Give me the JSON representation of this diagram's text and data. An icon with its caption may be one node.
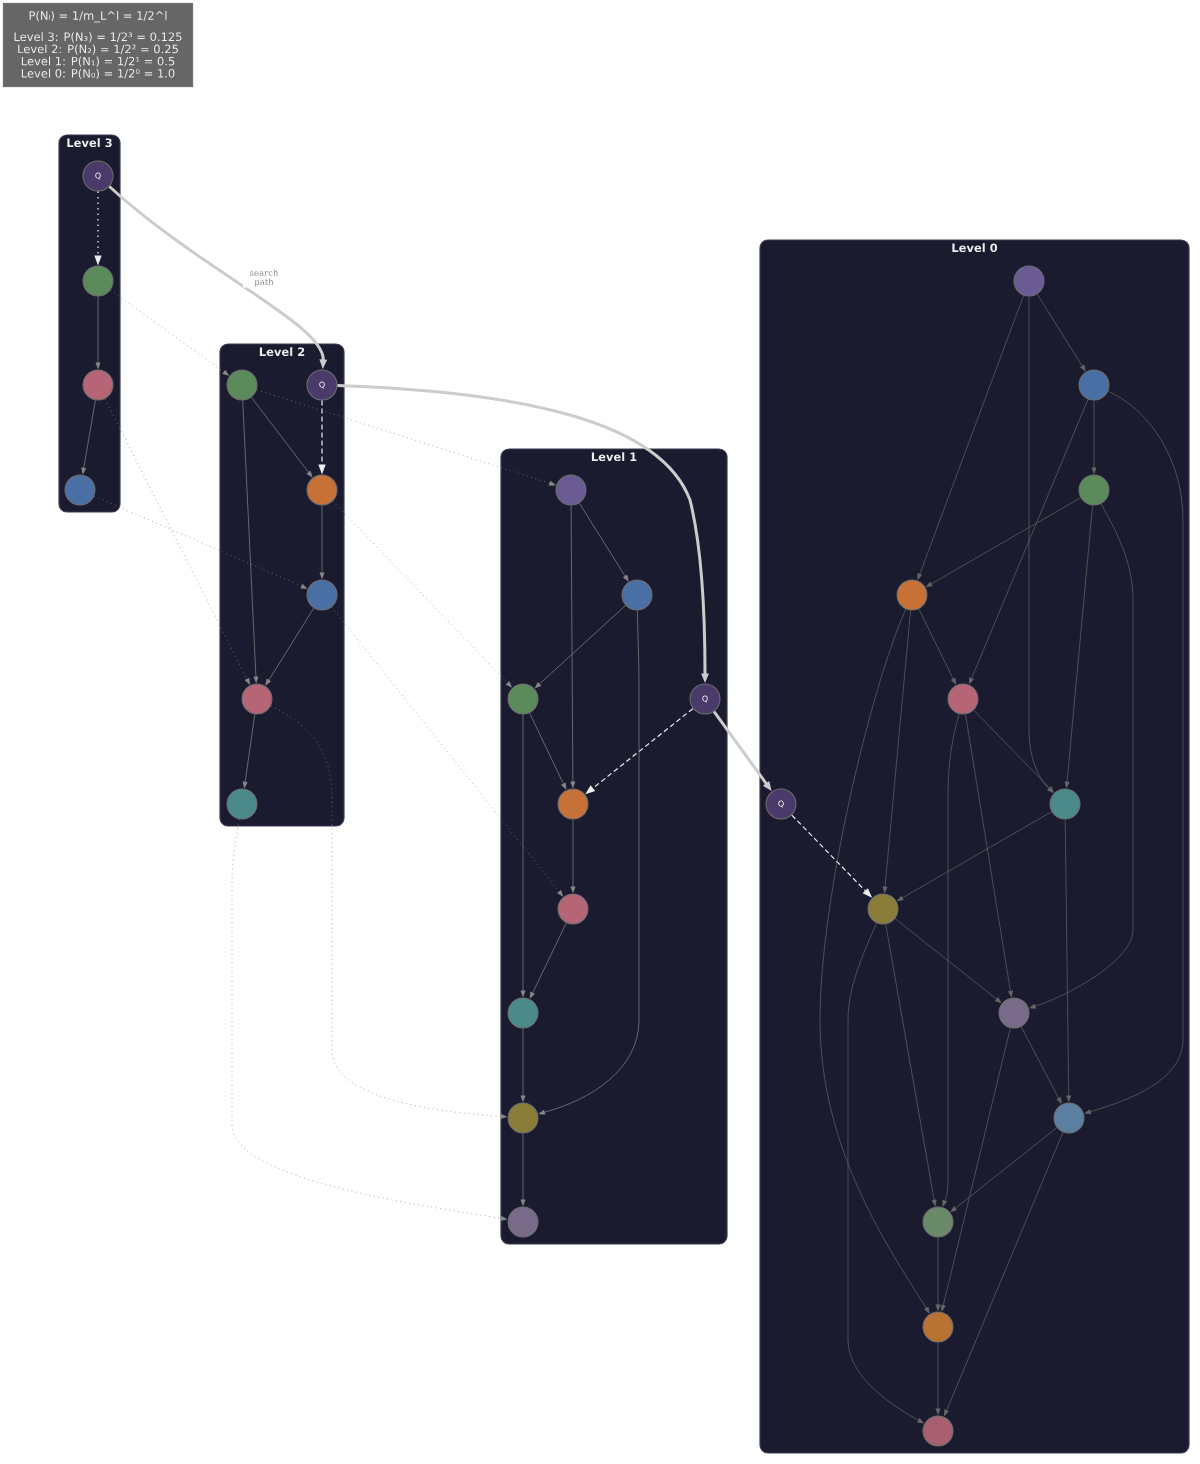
{
  "diagram": {
    "nodes": [
      {
        "text": [
          "P(Nₗ) = 1/m_L^l = 1/2^l",
          "Level 3: P(N₃) = 1/2³ = 0.125",
          "Level 2: P(N₂) = 1/2² = 0.25",
          "Level 1: P(N₁) = 1/2¹ = 0.5",
          "Level 0: P(N₀) = 1/2⁰ = 1.0"
        ]
      },
      {
        "text": [
          "Level 3"
        ]
      },
      {
        "text": [
          "Q"
        ],
        "in": 1
      },
      {
        "text": [],
        "shape": "circle",
        "in": 1
      },
      {
        "text": [],
        "shape": "circle",
        "in": 1
      },
      {
        "text": [],
        "shape": "circle",
        "in": 1
      },
      {
        "text": [
          "Level 2"
        ]
      },
      {
        "text": [],
        "shape": "circle",
        "in": 6
      },
      {
        "text": [
          "Q"
        ],
        "in": 6
      },
      {
        "text": [],
        "shape": "circle",
        "in": 6
      },
      {
        "text": [],
        "shape": "circle",
        "in": 6
      },
      {
        "text": [],
        "shape": "circle",
        "in": 6
      },
      {
        "text": [],
        "shape": "circle",
        "in": 6
      },
      {
        "text": [
          "Level 1"
        ]
      },
      {
        "text": [],
        "shape": "circle",
        "in": 13
      },
      {
        "text": [],
        "shape": "circle",
        "in": 13
      },
      {
        "text": [],
        "shape": "circle",
        "in": 13
      },
      {
        "text": [
          "Q"
        ],
        "in": 13
      },
      {
        "text": [],
        "shape": "circle",
        "in": 13
      },
      {
        "text": [],
        "shape": "circle",
        "in": 13
      },
      {
        "text": [],
        "shape": "circle",
        "in": 13
      },
      {
        "text": [],
        "shape": "circle",
        "in": 13
      },
      {
        "text": [],
        "shape": "circle",
        "in": 13
      },
      {
        "text": [
          "Level 0"
        ]
      },
      {
        "text": [],
        "shape": "circle",
        "in": 23
      },
      {
        "text": [],
        "shape": "circle",
        "in": 23
      },
      {
        "text": [],
        "shape": "circle",
        "in": 23
      },
      {
        "text": [],
        "shape": "circle",
        "in": 23
      },
      {
        "text": [],
        "shape": "circle",
        "in": 23
      },
      {
        "text": [
          "Q"
        ],
        "in": 23
      },
      {
        "text": [],
        "shape": "circle",
        "in": 23
      },
      {
        "text": [],
        "shape": "circle",
        "in": 23
      },
      {
        "text": [],
        "shape": "circle",
        "in": 23
      },
      {
        "text": [],
        "shape": "circle",
        "in": 23
      },
      {
        "text": [],
        "shape": "circle",
        "in": 23
      },
      {
        "text": [],
        "shape": "circle",
        "in": 23
      },
      {
        "text": [],
        "shape": "circle",
        "in": 23
      }
    ],
    "edges": [
      {
        "from": 2,
        "to": 8,
        "arrow": "to",
        "label": "search path",
        "style": "thick",
        "color": "#cccccc"
      },
      {
        "from": 8,
        "to": 17,
        "arrow": "to",
        "style": "thick",
        "color": "#cccccc"
      },
      {
        "from": 17,
        "to": 29,
        "arrow": "to",
        "style": "thick",
        "color": "#cccccc"
      },
      {
        "from": 2,
        "to": 3,
        "arrow": "to",
        "style": "dashed",
        "color": "#eeeeee"
      },
      {
        "from": 8,
        "to": 9,
        "arrow": "to",
        "style": "dashed",
        "color": "#eeeeee"
      },
      {
        "from": 17,
        "to": 18,
        "arrow": "to",
        "style": "dashed",
        "color": "#eeeeee"
      },
      {
        "from": 29,
        "to": 31,
        "arrow": "to",
        "style": "dashed",
        "color": "#eeeeee"
      },
      {
        "from": 3,
        "to": 4,
        "arrow": "to"
      },
      {
        "from": 4,
        "to": 5,
        "arrow": "to"
      },
      {
        "from": 3,
        "to": 7,
        "arrow": "to",
        "style": "dashed"
      },
      {
        "from": 4,
        "to": 11,
        "arrow": "to",
        "style": "dashed"
      },
      {
        "from": 5,
        "to": 10,
        "arrow": "to",
        "style": "dashed"
      },
      {
        "from": 7,
        "to": 9,
        "arrow": "to"
      },
      {
        "from": 7,
        "to": 11,
        "arrow": "to"
      },
      {
        "from": 9,
        "to": 10,
        "arrow": "to"
      },
      {
        "from": 10,
        "to": 11,
        "arrow": "to"
      },
      {
        "from": 11,
        "to": 12,
        "arrow": "to"
      },
      {
        "from": 7,
        "to": 14,
        "arrow": "to",
        "style": "dashed"
      },
      {
        "from": 9,
        "to": 16,
        "arrow": "to",
        "style": "dashed"
      },
      {
        "from": 10,
        "to": 19,
        "arrow": "to",
        "style": "dashed"
      },
      {
        "from": 11,
        "to": 21,
        "arrow": "to",
        "style": "dashed"
      },
      {
        "from": 12,
        "to": 22,
        "arrow": "to",
        "style": "dashed"
      },
      {
        "from": 14,
        "to": 15,
        "arrow": "to"
      },
      {
        "from": 14,
        "to": 18,
        "arrow": "to"
      },
      {
        "from": 15,
        "to": 16,
        "arrow": "to"
      },
      {
        "from": 15,
        "to": 21,
        "arrow": "to"
      },
      {
        "from": 16,
        "to": 18,
        "arrow": "to"
      },
      {
        "from": 16,
        "to": 20,
        "arrow": "to"
      },
      {
        "from": 18,
        "to": 19,
        "arrow": "to"
      },
      {
        "from": 19,
        "to": 20,
        "arrow": "to"
      },
      {
        "from": 20,
        "to": 21,
        "arrow": "to"
      },
      {
        "from": 21,
        "to": 22,
        "arrow": "to"
      },
      {
        "from": 24,
        "to": 25,
        "arrow": "to",
        "color": "#666666"
      },
      {
        "from": 24,
        "to": 27,
        "arrow": "to",
        "color": "#666666"
      },
      {
        "from": 24,
        "to": 30,
        "arrow": "to",
        "color": "#666666"
      },
      {
        "from": 25,
        "to": 26,
        "arrow": "to",
        "color": "#666666"
      },
      {
        "from": 25,
        "to": 28,
        "arrow": "to",
        "color": "#666666"
      },
      {
        "from": 25,
        "to": 33,
        "arrow": "to",
        "color": "#666666"
      },
      {
        "from": 26,
        "to": 27,
        "arrow": "to",
        "color": "#666666"
      },
      {
        "from": 26,
        "to": 30,
        "arrow": "to",
        "color": "#666666"
      },
      {
        "from": 26,
        "to": 32,
        "arrow": "to",
        "color": "#666666"
      },
      {
        "from": 27,
        "to": 28,
        "arrow": "to",
        "color": "#666666"
      },
      {
        "from": 27,
        "to": 31,
        "arrow": "to",
        "color": "#666666"
      },
      {
        "from": 27,
        "to": 35,
        "arrow": "to",
        "color": "#666666"
      },
      {
        "from": 28,
        "to": 30,
        "arrow": "to",
        "color": "#666666"
      },
      {
        "from": 28,
        "to": 32,
        "arrow": "to",
        "color": "#666666"
      },
      {
        "from": 28,
        "to": 34,
        "arrow": "to",
        "color": "#666666"
      },
      {
        "from": 30,
        "to": 31,
        "arrow": "to",
        "color": "#666666"
      },
      {
        "from": 30,
        "to": 33,
        "arrow": "to",
        "color": "#666666"
      },
      {
        "from": 31,
        "to": 32,
        "arrow": "to",
        "color": "#666666"
      },
      {
        "from": 31,
        "to": 34,
        "arrow": "to",
        "color": "#666666"
      },
      {
        "from": 31,
        "to": 36,
        "arrow": "to",
        "color": "#666666"
      },
      {
        "from": 32,
        "to": 33,
        "arrow": "to",
        "color": "#666666"
      },
      {
        "from": 32,
        "to": 35,
        "arrow": "to",
        "color": "#666666"
      },
      {
        "from": 33,
        "to": 34,
        "arrow": "to",
        "color": "#666666"
      },
      {
        "from": 33,
        "to": 36,
        "arrow": "to",
        "color": "#666666"
      },
      {
        "from": 34,
        "to": 35,
        "arrow": "to",
        "color": "#666666"
      },
      {
        "from": 35,
        "to": 36,
        "arrow": "to",
        "color": "#666666"
      }
    ]
  }
}
